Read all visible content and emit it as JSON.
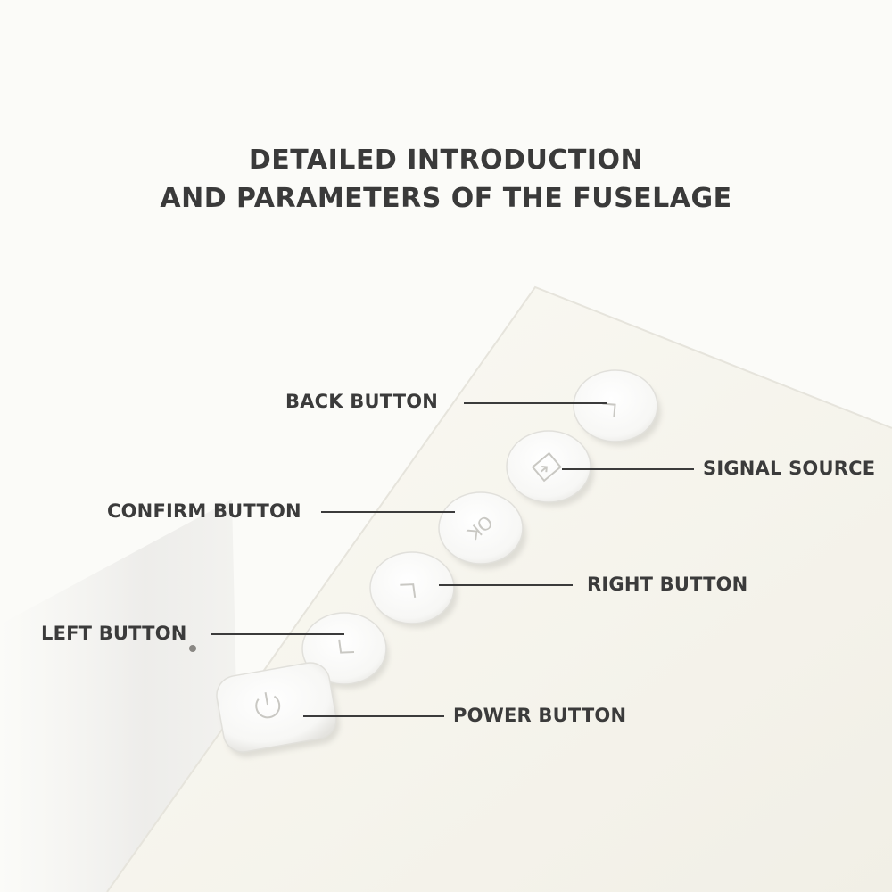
{
  "title": {
    "line1": "DETAILED INTRODUCTION",
    "line2": "AND PARAMETERS OF THE FUSELAGE"
  },
  "buttons": {
    "back": {
      "label": "BACK BUTTON",
      "icon": "back-icon"
    },
    "signal_source": {
      "label": "SIGNAL SOURCE",
      "icon": "input-source-icon"
    },
    "confirm": {
      "label": "CONFIRM BUTTON",
      "icon_text": "OK"
    },
    "right": {
      "label": "RIGHT BUTTON",
      "icon": "chevron-right-icon"
    },
    "left": {
      "label": "LEFT BUTTON",
      "icon": "chevron-left-icon"
    },
    "power": {
      "label": "POWER BUTTON",
      "icon": "power-icon"
    }
  },
  "colors": {
    "background": "#fbfbf8",
    "device_body": "#f6f5ee",
    "button_face": "#fbfbf9",
    "text": "#3b3b3b"
  }
}
